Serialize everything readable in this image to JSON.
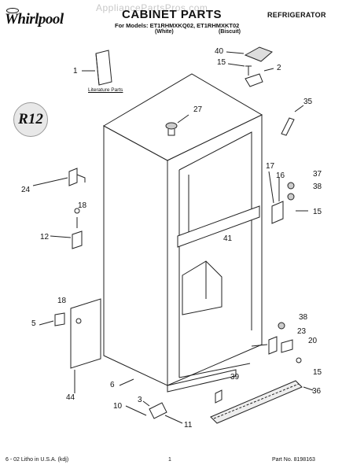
{
  "header": {
    "brand": "Whirlpool",
    "title": "CABINET PARTS",
    "category": "REFRIGERATOR",
    "models_line": "For Models: ET1RHMXKQ02, ET1RHMXKT02",
    "variant_white": "(White)",
    "variant_biscuit": "(Biscuit)",
    "watermark": "AppliancePartsPros.com"
  },
  "diagram": {
    "literature_label": "Literature Parts",
    "refrigerant_badge": "R12",
    "callouts": [
      "1",
      "2",
      "3",
      "5",
      "6",
      "10",
      "11",
      "12",
      "15",
      "15",
      "15",
      "16",
      "17",
      "18",
      "18",
      "20",
      "23",
      "24",
      "27",
      "35",
      "36",
      "37",
      "38",
      "38",
      "39",
      "40",
      "41",
      "44"
    ]
  },
  "footer": {
    "left": "6 - 02 Litho in U.S.A. (kdj)",
    "page": "1",
    "part_number": "Part No. 8198163"
  }
}
